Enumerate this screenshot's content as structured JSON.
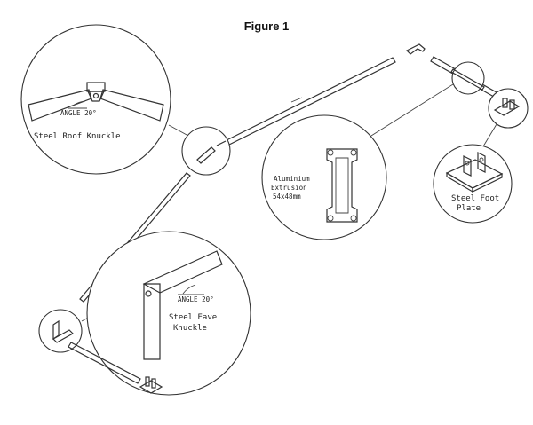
{
  "figure": {
    "title": "Figure 1"
  },
  "labels": {
    "roof_angle": "ANGLE 20°",
    "roof_knuckle": "Steel Roof Knuckle",
    "extrusion_line1": "Aluminium",
    "extrusion_line2": "Extrusion",
    "extrusion_line3": "54x48mm",
    "foot_plate_line1": "Steel Foot",
    "foot_plate_line2": "Plate",
    "eave_angle": "ANGLE 20°",
    "eave_line1": "Steel Eave",
    "eave_line2": "Knuckle"
  },
  "colors": {
    "line": "#333333",
    "background": "#ffffff"
  }
}
